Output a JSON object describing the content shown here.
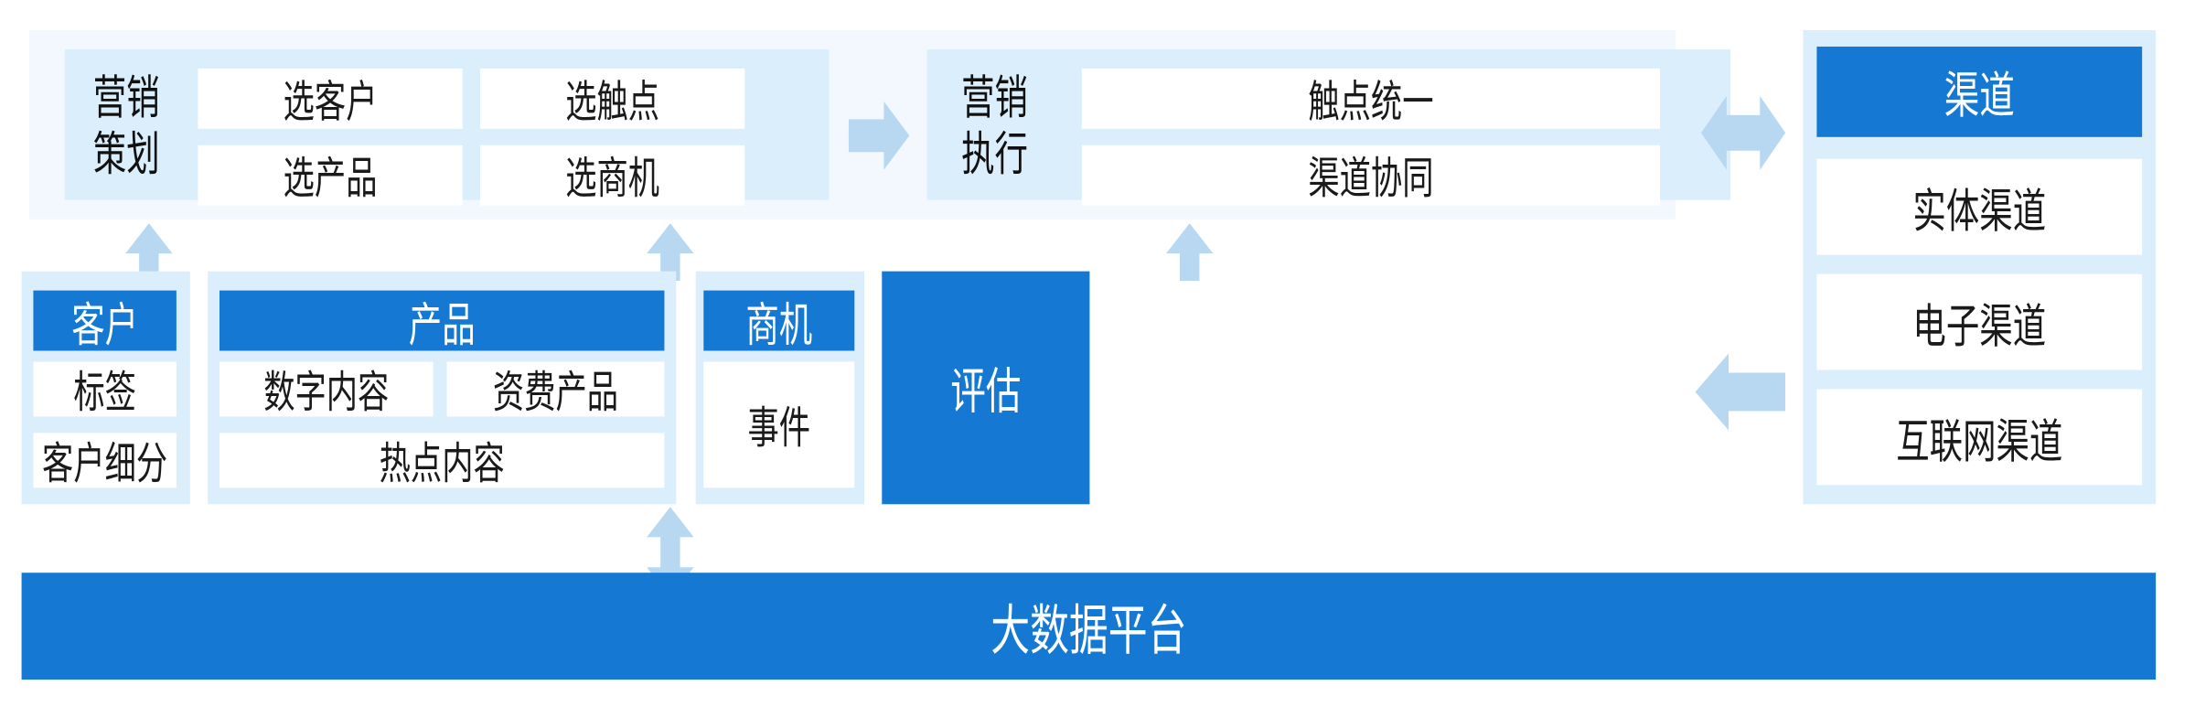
{
  "diagram": {
    "accent_blue": "#1578d3",
    "panel_light": "#f2f8fe",
    "panel_mid": "#dbeefc",
    "arrow_color": "#b8d8f2",
    "card_white": "#ffffff"
  },
  "top_band": {
    "planning": {
      "label": "营销\n策划",
      "label_line1": "营销",
      "label_line2": "策划",
      "cards": [
        {
          "label": "选客户"
        },
        {
          "label": "选触点"
        },
        {
          "label": "选产品"
        },
        {
          "label": "选商机"
        }
      ]
    },
    "flow_arrow": "arrow-right-icon",
    "execution": {
      "label_line1": "营销",
      "label_line2": "执行",
      "cards": [
        {
          "label": "触点统一"
        },
        {
          "label": "渠道协同"
        }
      ]
    }
  },
  "middle_row": {
    "customer": {
      "header": "客户",
      "items": [
        "标签",
        "客户细分"
      ]
    },
    "product": {
      "header": "产品",
      "items": [
        "数字内容",
        "资费产品",
        "热点内容"
      ]
    },
    "opportunity": {
      "header": "商机",
      "items": [
        "事件"
      ]
    },
    "evaluation": {
      "label": "评估"
    }
  },
  "channel_panel": {
    "header": "渠道",
    "items": [
      "实体渠道",
      "电子渠道",
      "互联网渠道"
    ]
  },
  "platform": {
    "label": "大数据平台"
  },
  "connectors": {
    "arrow_planning_to_execution": "arrow-right-icon",
    "arrow_customer_up": "arrow-up-icon",
    "arrow_product_up": "arrow-up-icon",
    "arrow_opportunity_up": "arrow-up-icon",
    "arrow_top_to_channel": "arrow-left-right-icon",
    "arrow_channel_to_evaluation": "arrow-left-icon",
    "arrow_product_to_platform": "arrow-up-down-icon"
  }
}
